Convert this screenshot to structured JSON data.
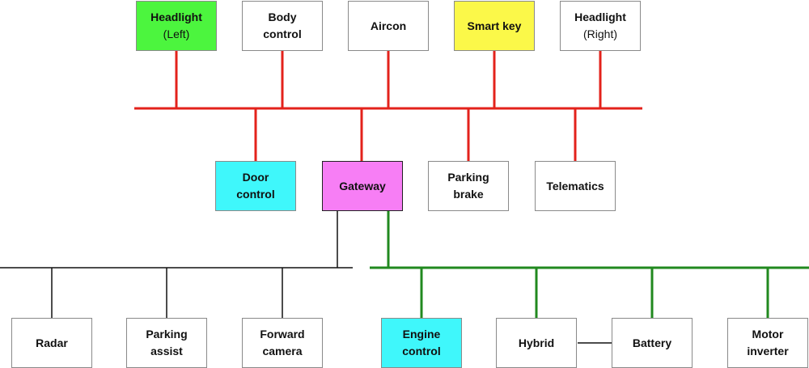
{
  "colors": {
    "red_bus": "#e3221b",
    "green_bus": "#21891f",
    "black_bus": "#111111",
    "green_fill": "#4cf53e",
    "yellow_fill": "#fbf849",
    "cyan_fill": "#3ff7fb",
    "magenta_fill": "#f77ef5",
    "white_fill": "#ffffff"
  },
  "nodes": {
    "headlight_left": {
      "line1": "Headlight",
      "line2": "(Left)",
      "fill": "#4cf53e"
    },
    "body_control": {
      "line1": "Body",
      "line2": "control",
      "fill": "#ffffff"
    },
    "aircon": {
      "line1": "Aircon",
      "line2": "",
      "fill": "#ffffff"
    },
    "smart_key": {
      "line1": "Smart key",
      "line2": "",
      "fill": "#fbf849"
    },
    "headlight_right": {
      "line1": "Headlight",
      "line2": "(Right)",
      "fill": "#ffffff"
    },
    "door_control": {
      "line1": "Door",
      "line2": "control",
      "fill": "#3ff7fb"
    },
    "gateway": {
      "line1": "Gateway",
      "line2": "",
      "fill": "#f77ef5"
    },
    "parking_brake": {
      "line1": "Parking",
      "line2": "brake",
      "fill": "#ffffff"
    },
    "telematics": {
      "line1": "Telematics",
      "line2": "",
      "fill": "#ffffff"
    },
    "radar": {
      "line1": "Radar",
      "line2": "",
      "fill": "#ffffff"
    },
    "parking_assist": {
      "line1": "Parking",
      "line2": "assist",
      "fill": "#ffffff"
    },
    "forward_camera": {
      "line1": "Forward",
      "line2": "camera",
      "fill": "#ffffff"
    },
    "engine_control": {
      "line1": "Engine",
      "line2": "control",
      "fill": "#3ff7fb"
    },
    "hybrid": {
      "line1": "Hybrid",
      "line2": "",
      "fill": "#ffffff"
    },
    "battery": {
      "line1": "Battery",
      "line2": "",
      "fill": "#ffffff"
    },
    "motor_inverter": {
      "line1": "Motor",
      "line2": "inverter",
      "fill": "#ffffff"
    }
  }
}
